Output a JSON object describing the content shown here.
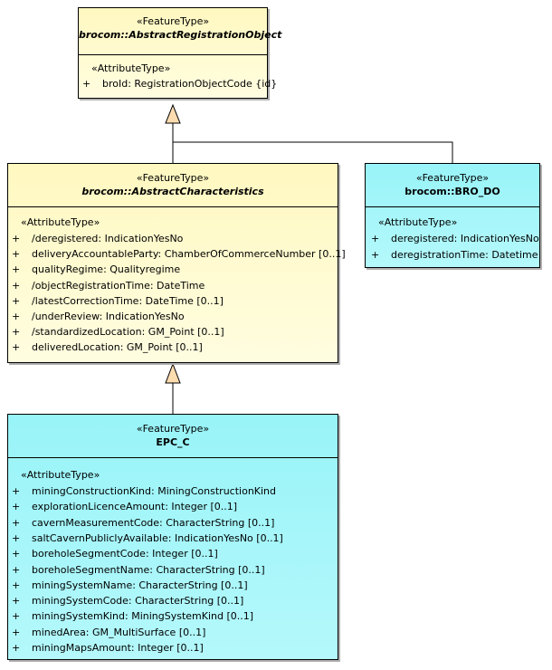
{
  "connectors_stroke": "#000000",
  "arrow_fill": "#fddcb0",
  "classes": {
    "registration": {
      "stereotype": "«FeatureType»",
      "name": "brocom::AbstractRegistrationObject",
      "attr_stereotype": "«AttributeType»",
      "attributes": [
        {
          "vis": "+",
          "text": "broId: RegistrationObjectCode {id}"
        }
      ]
    },
    "characteristics": {
      "stereotype": "«FeatureType»",
      "name": "brocom::AbstractCharacteristics",
      "attr_stereotype": "«AttributeType»",
      "attributes": [
        {
          "vis": "+",
          "text": "/deregistered: IndicationYesNo"
        },
        {
          "vis": "+",
          "text": "deliveryAccountableParty: ChamberOfCommerceNumber [0..1]"
        },
        {
          "vis": "+",
          "text": "qualityRegime: Qualityregime"
        },
        {
          "vis": "+",
          "text": "/objectRegistrationTime: DateTime"
        },
        {
          "vis": "+",
          "text": "/latestCorrectionTime: DateTime [0..1]"
        },
        {
          "vis": "+",
          "text": "/underReview: IndicationYesNo"
        },
        {
          "vis": "+",
          "text": "/standardizedLocation: GM_Point [0..1]"
        },
        {
          "vis": "+",
          "text": "deliveredLocation: GM_Point [0..1]"
        }
      ]
    },
    "bro_do": {
      "stereotype": "«FeatureType»",
      "name": "brocom::BRO_DO",
      "attr_stereotype": "«AttributeType»",
      "attributes": [
        {
          "vis": "+",
          "text": "deregistered: IndicationYesNo"
        },
        {
          "vis": "+",
          "text": "deregistrationTime: Datetime"
        }
      ]
    },
    "epc_c": {
      "stereotype": "«FeatureType»",
      "name": "EPC_C",
      "attr_stereotype": "«AttributeType»",
      "attributes": [
        {
          "vis": "+",
          "text": "miningConstructionKind: MiningConstructionKind"
        },
        {
          "vis": "+",
          "text": "explorationLicenceAmount: Integer [0..1]"
        },
        {
          "vis": "+",
          "text": "cavernMeasurementCode: CharacterString [0..1]"
        },
        {
          "vis": "+",
          "text": "saltCavernPubliclyAvailable: IndicationYesNo [0..1]"
        },
        {
          "vis": "+",
          "text": "boreholeSegmentCode: Integer [0..1]"
        },
        {
          "vis": "+",
          "text": "boreholeSegmentName: CharacterString [0..1]"
        },
        {
          "vis": "+",
          "text": "miningSystemName: CharacterString [0..1]"
        },
        {
          "vis": "+",
          "text": "miningSystemCode: CharacterString [0..1]"
        },
        {
          "vis": "+",
          "text": "miningSystemKind: MiningSystemKind [0..1]"
        },
        {
          "vis": "+",
          "text": "minedArea: GM_MultiSurface [0..1]"
        },
        {
          "vis": "+",
          "text": "miningMapsAmount: Integer [0..1]"
        }
      ]
    }
  }
}
